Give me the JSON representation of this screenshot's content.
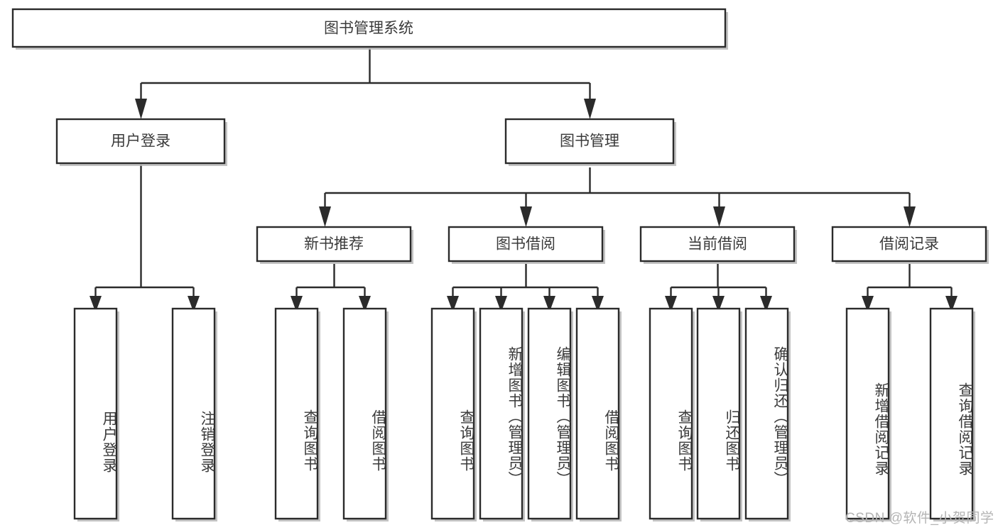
{
  "diagram": {
    "type": "tree-hierarchy",
    "title": "图书管理系统",
    "root": {
      "id": "root",
      "label": "图书管理系统",
      "orientation": "horizontal"
    },
    "level1": [
      {
        "id": "user-login",
        "label": "用户登录",
        "orientation": "horizontal"
      },
      {
        "id": "book-manage",
        "label": "图书管理",
        "orientation": "horizontal"
      }
    ],
    "level2": [
      {
        "id": "new-book-rec",
        "label": "新书推荐",
        "orientation": "horizontal",
        "parent": "book-manage"
      },
      {
        "id": "book-borrow",
        "label": "图书借阅",
        "orientation": "horizontal",
        "parent": "book-manage"
      },
      {
        "id": "current-borrow",
        "label": "当前借阅",
        "orientation": "horizontal",
        "parent": "book-manage"
      },
      {
        "id": "borrow-record",
        "label": "借阅记录",
        "orientation": "horizontal",
        "parent": "book-manage"
      }
    ],
    "leaves": [
      {
        "id": "leaf-user-login",
        "label": "用户登录",
        "parent": "user-login",
        "orientation": "vertical"
      },
      {
        "id": "leaf-user-logout",
        "label": "注销登录",
        "parent": "user-login",
        "orientation": "vertical"
      },
      {
        "id": "leaf-query-book-1",
        "label": "查询图书",
        "parent": "new-book-rec",
        "orientation": "vertical"
      },
      {
        "id": "leaf-borrow-book-1",
        "label": "借阅图书",
        "parent": "new-book-rec",
        "orientation": "vertical"
      },
      {
        "id": "leaf-query-book-2",
        "label": "查询图书",
        "parent": "book-borrow",
        "orientation": "vertical"
      },
      {
        "id": "leaf-add-book",
        "label": "新增图书（管理员）",
        "parent": "book-borrow",
        "orientation": "vertical"
      },
      {
        "id": "leaf-edit-book",
        "label": "编辑图书（管理员）",
        "parent": "book-borrow",
        "orientation": "vertical"
      },
      {
        "id": "leaf-borrow-book-2",
        "label": "借阅图书",
        "parent": "book-borrow",
        "orientation": "vertical"
      },
      {
        "id": "leaf-query-book-3",
        "label": "查询图书",
        "parent": "current-borrow",
        "orientation": "vertical"
      },
      {
        "id": "leaf-return-book",
        "label": "归还图书",
        "parent": "current-borrow",
        "orientation": "vertical"
      },
      {
        "id": "leaf-confirm-return",
        "label": "确认归还（管理员）",
        "parent": "current-borrow",
        "orientation": "vertical"
      },
      {
        "id": "leaf-add-record",
        "label": "新增借阅记录",
        "parent": "borrow-record",
        "orientation": "vertical"
      },
      {
        "id": "leaf-query-record",
        "label": "查询借阅记录",
        "parent": "borrow-record",
        "orientation": "vertical"
      }
    ],
    "colors": {
      "box_stroke": "#2b2b2b",
      "box_fill": "#ffffff",
      "text": "#3a3a3a",
      "connector": "#2b2b2b",
      "shadow": "#b9b9b9",
      "watermark": "#b4b4b4",
      "background": "#ffffff"
    }
  },
  "watermark": {
    "text": "CSDN @软件_小贺同学"
  }
}
